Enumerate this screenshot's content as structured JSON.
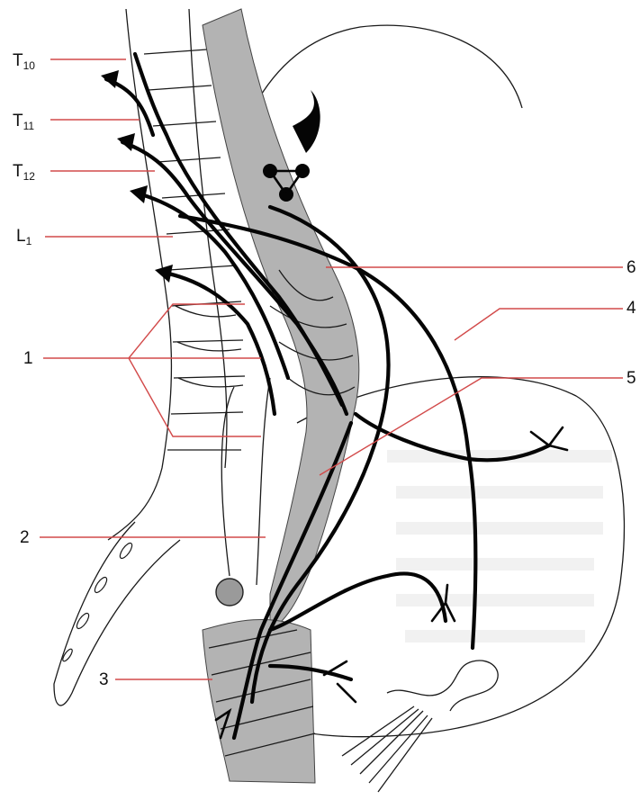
{
  "labels_left": [
    {
      "id": "t10",
      "main": "T",
      "sub": "10"
    },
    {
      "id": "t11",
      "main": "T",
      "sub": "11"
    },
    {
      "id": "t12",
      "main": "T",
      "sub": "12"
    },
    {
      "id": "l1",
      "main": "L",
      "sub": "1"
    },
    {
      "id": "one",
      "main": "1",
      "sub": ""
    },
    {
      "id": "two",
      "main": "2",
      "sub": ""
    },
    {
      "id": "three",
      "main": "3",
      "sub": ""
    }
  ],
  "labels_right": [
    {
      "id": "six",
      "main": "6"
    },
    {
      "id": "four",
      "main": "4"
    },
    {
      "id": "five",
      "main": "5"
    }
  ],
  "colors": {
    "leader": "#d24a4a",
    "ink": "#050505",
    "shaded": "#b3b3b3"
  }
}
